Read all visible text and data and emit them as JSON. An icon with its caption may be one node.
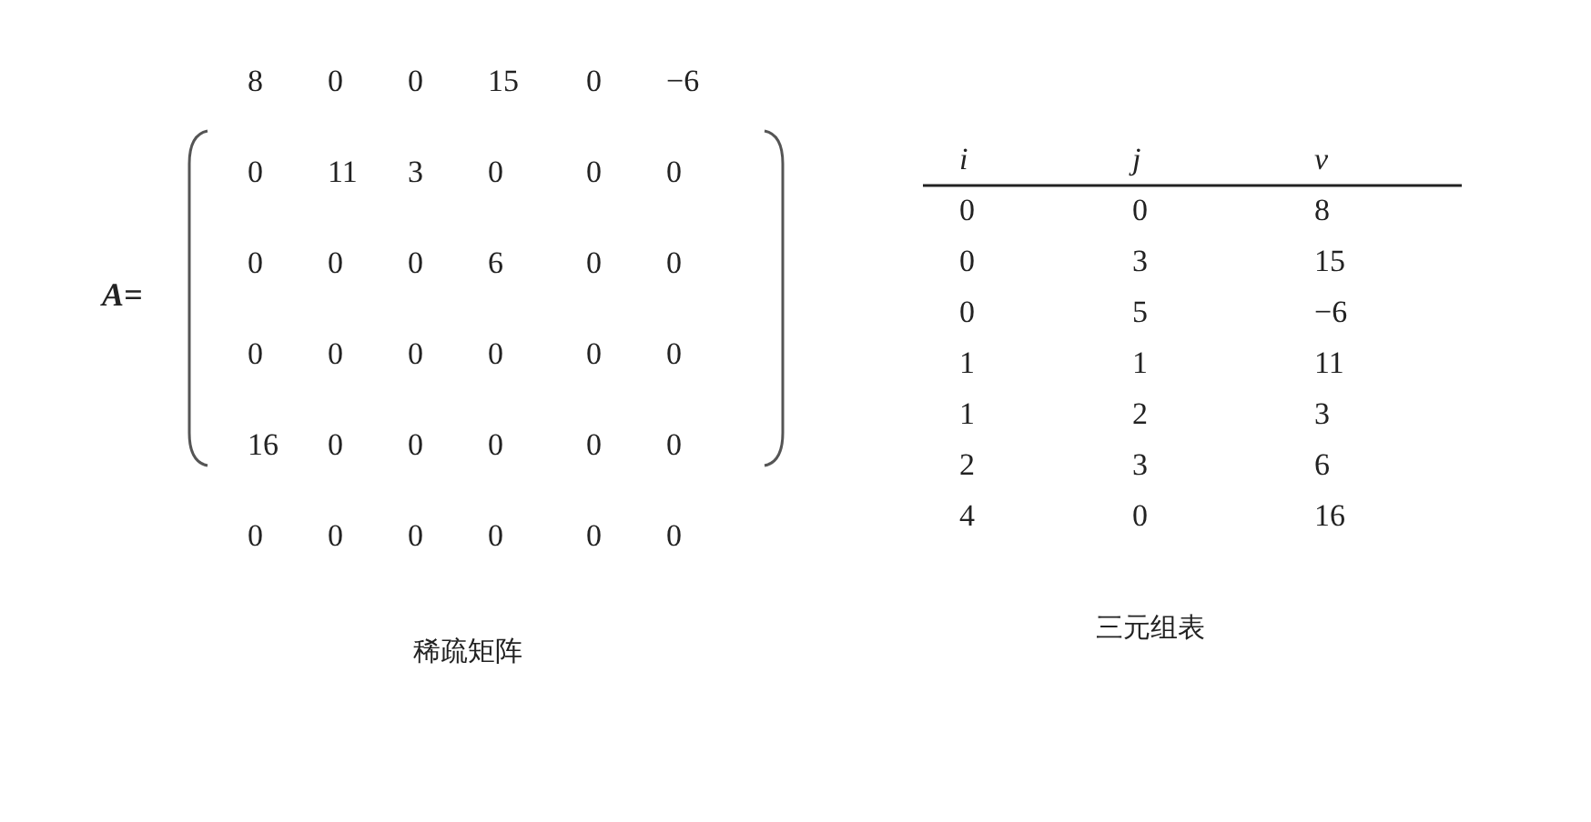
{
  "diagram": {
    "labels": [
      "A=",
      "8",
      "0",
      "0",
      "15",
      "0",
      "−6",
      "0",
      "11",
      "3",
      "0",
      "0",
      "0",
      "0",
      "0",
      "0",
      "6",
      "0",
      "0",
      "0",
      "0",
      "0",
      "0",
      "0",
      "0",
      "16",
      "0",
      "0",
      "0",
      "0",
      "0",
      "0",
      "0",
      "0",
      "0",
      "0",
      "0",
      "稀疏矩阵",
      "i",
      "j",
      "v",
      "0",
      "0",
      "8",
      "0",
      "3",
      "15",
      "0",
      "5",
      "−6",
      "1",
      "1",
      "11",
      "1",
      "2",
      "3",
      "2",
      "3",
      "6",
      "4",
      "0",
      "16",
      "三元组表"
    ]
  }
}
